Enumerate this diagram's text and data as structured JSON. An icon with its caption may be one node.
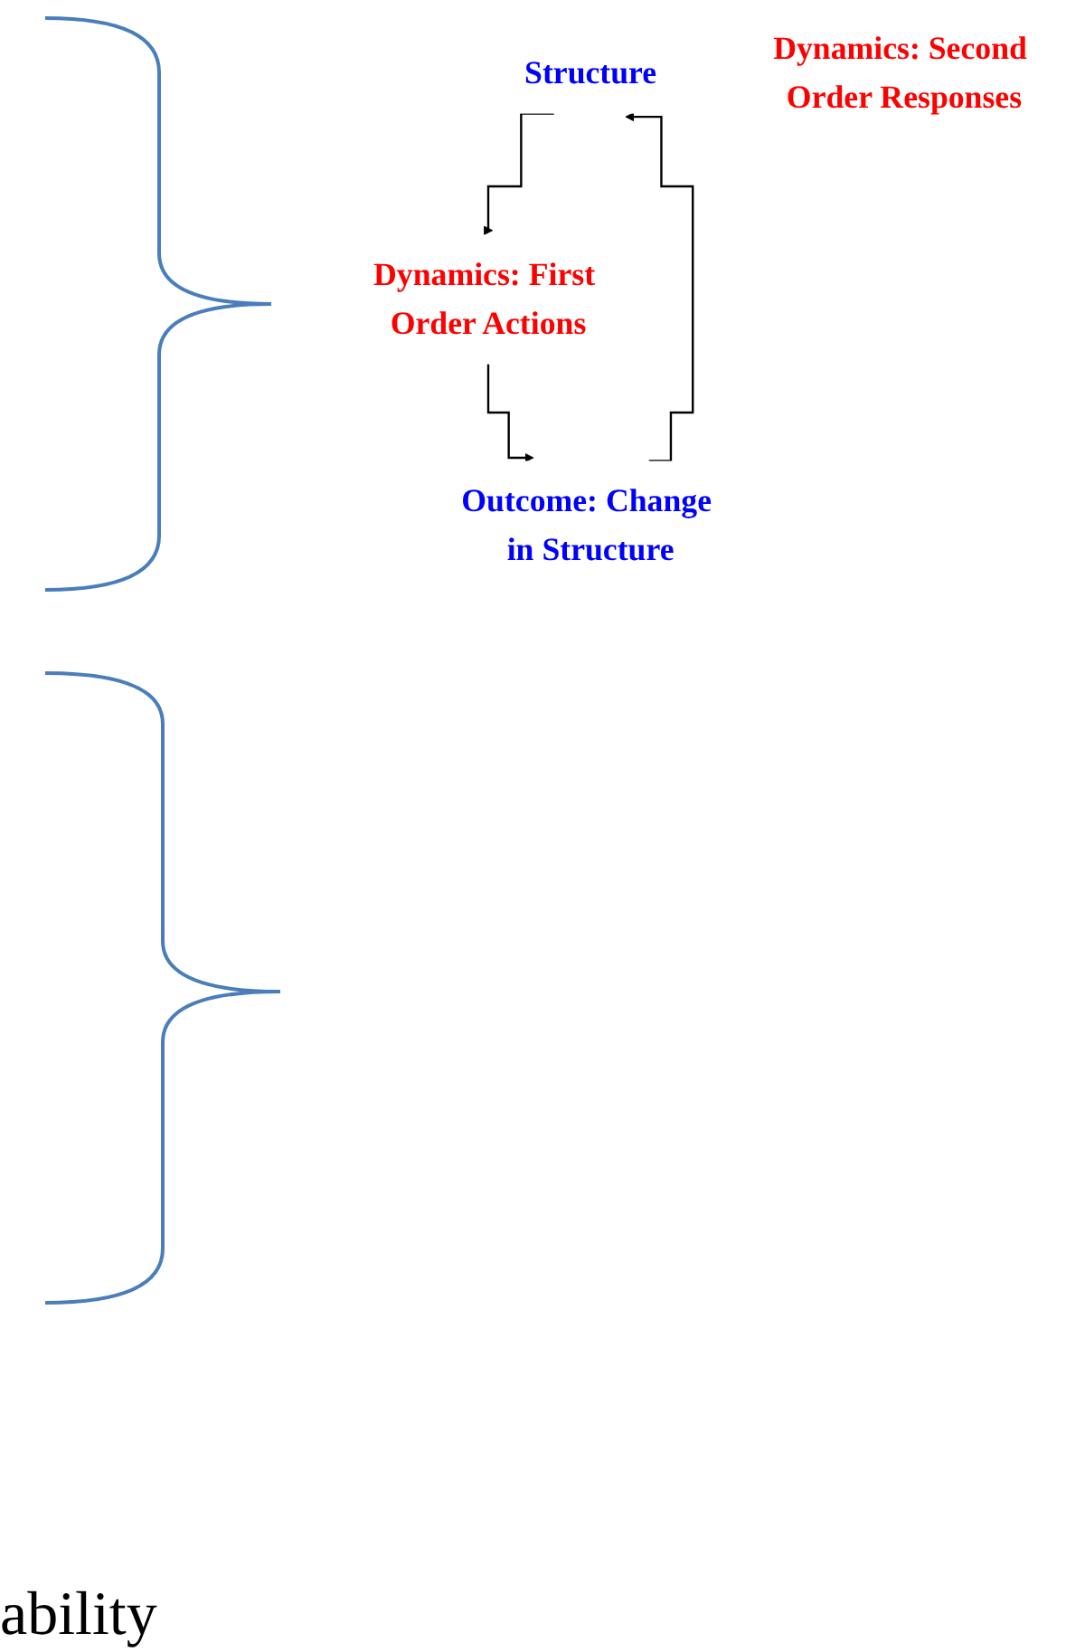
{
  "diagram": {
    "nodes": [
      {
        "text": [
          "Structure"
        ]
      },
      {
        "text": [
          "Dynamics: First Order Actions"
        ]
      },
      {
        "text": [
          "Dynamics: Second Order Responses"
        ]
      },
      {
        "text": [
          "Outcome: Change in Structure"
        ]
      }
    ],
    "edges": [
      {
        "from": 0,
        "to": 1,
        "arrow": "to"
      },
      {
        "from": 1,
        "to": 3,
        "arrow": "to"
      },
      {
        "from": 3,
        "to": 0,
        "arrow": "to"
      }
    ],
    "labels": [
      "ability"
    ]
  }
}
